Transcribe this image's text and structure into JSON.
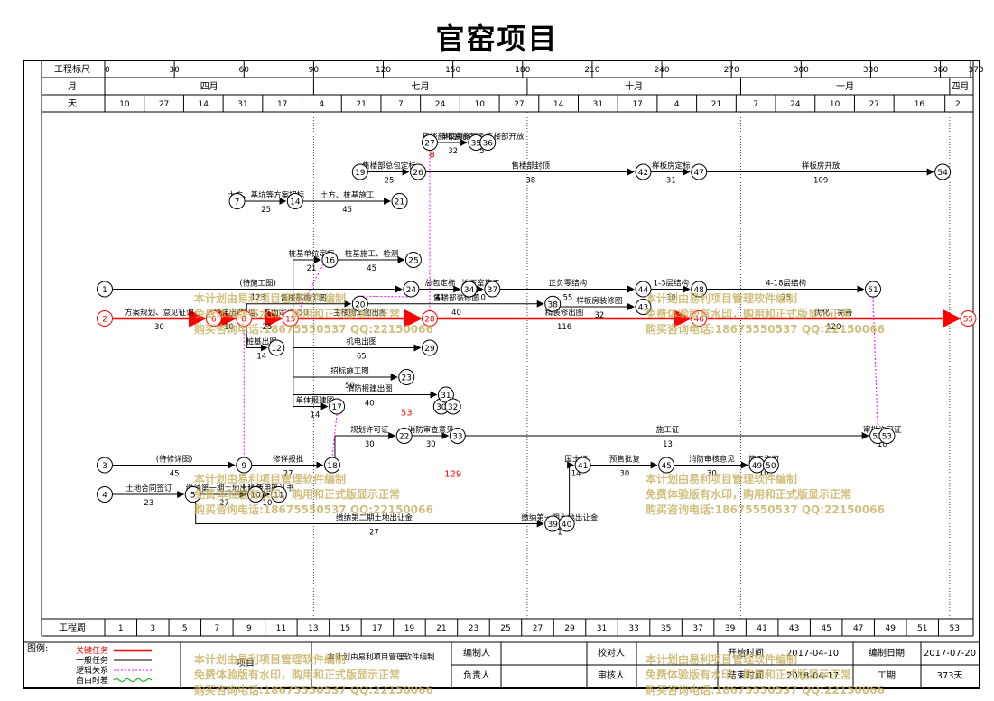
{
  "project": {
    "title": "官窑项目"
  },
  "header": {
    "scale_label": "工程标尺",
    "month_label": "月",
    "day_label": "天",
    "week_label": "工程周",
    "scale_ticks": [
      "0",
      "30",
      "60",
      "90",
      "120",
      "150",
      "180",
      "210",
      "240",
      "270",
      "300",
      "330",
      "360",
      "373"
    ],
    "months": [
      {
        "label": "四月",
        "at": 0
      },
      {
        "label": "七月",
        "at": 90
      },
      {
        "label": "十月",
        "at": 182
      },
      {
        "label": "一月",
        "at": 274
      },
      {
        "label": "四月",
        "at": 364
      }
    ],
    "days": [
      "10",
      "27",
      "14",
      "31",
      "17",
      "4",
      "21",
      "7",
      "24",
      "10",
      "27",
      "14",
      "31",
      "17",
      "4",
      "21",
      "7",
      "24",
      "10",
      "27",
      "16",
      "2"
    ],
    "day_pos": [
      0,
      17,
      34,
      51,
      68,
      85,
      102,
      119,
      136,
      153,
      170,
      187,
      204,
      221,
      238,
      255,
      272,
      289,
      306,
      323,
      340,
      362
    ],
    "weeks": [
      "1",
      "3",
      "5",
      "7",
      "9",
      "11",
      "13",
      "15",
      "17",
      "19",
      "21",
      "23",
      "25",
      "27",
      "29",
      "31",
      "33",
      "35",
      "37",
      "39",
      "41",
      "43",
      "45",
      "47",
      "49",
      "51",
      "53"
    ]
  },
  "chart_data": {
    "type": "network",
    "xlim": [
      0,
      373
    ],
    "unit": "天",
    "row_labels": [
      "1",
      "2",
      "3",
      "4"
    ],
    "nodes": [
      {
        "id": "1",
        "x": 0,
        "row": 5
      },
      {
        "id": "2",
        "x": 0,
        "row": 6
      },
      {
        "id": "3",
        "x": 0,
        "row": 11
      },
      {
        "id": "4",
        "x": 0,
        "row": 12
      },
      {
        "id": "5",
        "x": 38,
        "row": 12
      },
      {
        "id": "6",
        "x": 47,
        "row": 6
      },
      {
        "id": "7",
        "x": 57,
        "row": 2
      },
      {
        "id": "8",
        "x": 60,
        "row": 6
      },
      {
        "id": "9",
        "x": 60,
        "row": 11
      },
      {
        "id": "10",
        "x": 65,
        "row": 12
      },
      {
        "id": "11",
        "x": 75,
        "row": 12
      },
      {
        "id": "12",
        "x": 74,
        "row": 7
      },
      {
        "id": "14",
        "x": 82,
        "row": 2
      },
      {
        "id": "15",
        "x": 80,
        "row": 6
      },
      {
        "id": "16",
        "x": 97,
        "row": 4
      },
      {
        "id": "17",
        "x": 100,
        "row": 9
      },
      {
        "id": "18",
        "x": 98,
        "row": 11
      },
      {
        "id": "19",
        "x": 110,
        "row": 1
      },
      {
        "id": "20",
        "x": 110,
        "row": 5.5
      },
      {
        "id": "21",
        "x": 127,
        "row": 2
      },
      {
        "id": "22",
        "x": 129,
        "row": 10
      },
      {
        "id": "23",
        "x": 130,
        "row": 8
      },
      {
        "id": "24",
        "x": 132,
        "row": 5
      },
      {
        "id": "25",
        "x": 133,
        "row": 4
      },
      {
        "id": "26",
        "x": 135,
        "row": 1
      },
      {
        "id": "27",
        "x": 140,
        "row": 0
      },
      {
        "id": "28",
        "x": 140,
        "row": 6
      },
      {
        "id": "29",
        "x": 140,
        "row": 7
      },
      {
        "id": "30",
        "x": 145,
        "row": 9
      },
      {
        "id": "31",
        "x": 147,
        "row": 8.6
      },
      {
        "id": "32",
        "x": 150,
        "row": 9
      },
      {
        "id": "33",
        "x": 152,
        "row": 10
      },
      {
        "id": "34",
        "x": 157,
        "row": 5
      },
      {
        "id": "35",
        "x": 160,
        "row": 0
      },
      {
        "id": "36",
        "x": 165,
        "row": 0
      },
      {
        "id": "37",
        "x": 167,
        "row": 5
      },
      {
        "id": "38",
        "x": 193,
        "row": 5.5
      },
      {
        "id": "39",
        "x": 193,
        "row": 13
      },
      {
        "id": "40",
        "x": 199,
        "row": 13
      },
      {
        "id": "41",
        "x": 206,
        "row": 11
      },
      {
        "id": "42",
        "x": 232,
        "row": 1
      },
      {
        "id": "43",
        "x": 232,
        "row": 5.6
      },
      {
        "id": "44",
        "x": 232,
        "row": 5
      },
      {
        "id": "45",
        "x": 242,
        "row": 11
      },
      {
        "id": "46",
        "x": 256,
        "row": 6
      },
      {
        "id": "47",
        "x": 256,
        "row": 1
      },
      {
        "id": "48",
        "x": 256,
        "row": 5
      },
      {
        "id": "49",
        "x": 281,
        "row": 11
      },
      {
        "id": "50",
        "x": 287,
        "row": 11
      },
      {
        "id": "51",
        "x": 331,
        "row": 5
      },
      {
        "id": "52",
        "x": 333,
        "row": 10
      },
      {
        "id": "53",
        "x": 337,
        "row": 10
      },
      {
        "id": "54",
        "x": 361,
        "row": 1
      },
      {
        "id": "55",
        "x": 372,
        "row": 6
      }
    ],
    "arrows": [
      {
        "from": "2",
        "to": "6",
        "label": "方案规划、意见征询",
        "dur": "30",
        "kind": "critical"
      },
      {
        "from": "6",
        "to": "8",
        "label": "修详出图",
        "dur": "10",
        "kind": "critical"
      },
      {
        "from": "8",
        "to": "15",
        "label": "户型、立面定稿",
        "dur": "25",
        "kind": "critical"
      },
      {
        "from": "15",
        "to": "28",
        "label": "主楼施工图出图",
        "dur": "",
        "kind": "critical"
      },
      {
        "from": "28",
        "to": "46",
        "label": "精装修出图",
        "dur": "116",
        "kind": "critical"
      },
      {
        "from": "46",
        "to": "55",
        "label": "优化、完善",
        "dur": "120",
        "kind": "critical"
      },
      {
        "from": "1",
        "to": "24",
        "label": "(待施工图)",
        "dur": "123",
        "kind": "normal"
      },
      {
        "from": "24",
        "to": "34",
        "label": "总包定标",
        "dur": "41",
        "kind": "normal"
      },
      {
        "from": "34",
        "to": "37",
        "label": "地下室施工",
        "dur": "10",
        "kind": "normal"
      },
      {
        "from": "37",
        "to": "44",
        "label": "正负零结构",
        "dur": "55",
        "kind": "normal"
      },
      {
        "from": "44",
        "to": "48",
        "label": "1-3层结构",
        "dur": "30",
        "kind": "normal"
      },
      {
        "from": "48",
        "to": "51",
        "label": "4-18层结构",
        "dur": "75",
        "kind": "normal"
      },
      {
        "from": "7",
        "to": "14",
        "label": "土方、基坑等方案招标",
        "dur": "25",
        "kind": "normal"
      },
      {
        "from": "14",
        "to": "21",
        "label": "土方、桩基施工",
        "dur": "45",
        "kind": "normal"
      },
      {
        "from": "15",
        "to": "16",
        "label": "桩基单位定标",
        "dur": "21",
        "kind": "normal"
      },
      {
        "from": "16",
        "to": "25",
        "label": "桩基施工、检测",
        "dur": "45",
        "kind": "normal"
      },
      {
        "from": "19",
        "to": "26",
        "label": "售楼部总包定标",
        "dur": "25",
        "kind": "normal"
      },
      {
        "from": "26",
        "to": "42",
        "label": "售楼部封顶",
        "dur": "38",
        "kind": "normal"
      },
      {
        "from": "42",
        "to": "47",
        "label": "样板房定标",
        "dur": "31",
        "kind": "normal"
      },
      {
        "from": "47",
        "to": "54",
        "label": "样板房开放",
        "dur": "109",
        "kind": "normal"
      },
      {
        "from": "27",
        "to": "35",
        "label": "售楼部精装修定标",
        "dur": "32",
        "kind": "normal"
      },
      {
        "from": "35",
        "to": "36",
        "label": "样板房施工、售楼部开放",
        "dur": "5",
        "kind": "normal"
      },
      {
        "from": "8",
        "to": "20",
        "label": "售楼部施工图",
        "dur": "50",
        "kind": "normal"
      },
      {
        "from": "20",
        "to": "38",
        "label": "售楼部装修图",
        "dur": "40",
        "kind": "normal"
      },
      {
        "from": "38",
        "to": "43",
        "label": "样板房装修图",
        "dur": "32",
        "kind": "normal"
      },
      {
        "from": "8",
        "to": "12",
        "label": "桩基出图",
        "dur": "14",
        "kind": "normal"
      },
      {
        "from": "15",
        "to": "29",
        "label": "机电出图",
        "dur": "65",
        "kind": "normal"
      },
      {
        "from": "15",
        "to": "23",
        "label": "招标施工图",
        "dur": "50",
        "kind": "normal"
      },
      {
        "from": "15",
        "to": "31",
        "label": "消防报建出图",
        "dur": "40",
        "kind": "normal"
      },
      {
        "from": "15",
        "to": "17",
        "label": "单体报建图",
        "dur": "14",
        "kind": "normal"
      },
      {
        "from": "3",
        "to": "9",
        "label": "(待修详图)",
        "dur": "45",
        "kind": "normal"
      },
      {
        "from": "9",
        "to": "18",
        "label": "修详报批",
        "dur": "27",
        "kind": "normal"
      },
      {
        "from": "18",
        "to": "22",
        "label": "规划许可证",
        "dur": "30",
        "kind": "normal"
      },
      {
        "from": "22",
        "to": "33",
        "label": "消防审查意见",
        "dur": "30",
        "kind": "normal"
      },
      {
        "from": "33",
        "to": "52",
        "label": "施工证",
        "dur": "13",
        "kind": "normal"
      },
      {
        "from": "41",
        "to": "45",
        "label": "预售批复",
        "dur": "30",
        "kind": "normal"
      },
      {
        "from": "45",
        "to": "49",
        "label": "消防审核意见",
        "dur": "30",
        "kind": "normal"
      },
      {
        "from": "49",
        "to": "50",
        "label": "施工许可",
        "dur": "10",
        "kind": "normal"
      },
      {
        "from": "52",
        "to": "53",
        "label": "审批许可证",
        "dur": "10",
        "kind": "normal"
      },
      {
        "from": "4",
        "to": "5",
        "label": "土地合同签订",
        "dur": "23",
        "kind": "normal"
      },
      {
        "from": "5",
        "to": "10",
        "label": "缴纳第一期土地出让金",
        "dur": "27",
        "kind": "normal"
      },
      {
        "from": "10",
        "to": "11",
        "label": "土地使用确认书",
        "dur": "10",
        "kind": "normal"
      },
      {
        "from": "5",
        "to": "39",
        "label": "缴纳第二期土地出让金",
        "dur": "27",
        "kind": "normal"
      },
      {
        "from": "39",
        "to": "40",
        "label": "缴纳第一期土地出让金",
        "dur": "1",
        "kind": "normal"
      },
      {
        "from": "40",
        "to": "41",
        "label": "国土证",
        "dur": "14",
        "kind": "normal"
      }
    ],
    "float_marks": [
      {
        "label": "53",
        "x": 130,
        "row": 9.3
      },
      {
        "label": "129",
        "x": 150,
        "row": 11.4
      },
      {
        "label": "8",
        "x": 141,
        "row": 0.5
      }
    ]
  },
  "watermark": {
    "line1": "本计划由易利项目管理软件编制",
    "line2": "免费体验版有水印，购用和正式版显示正常",
    "line3": "购买咨询电话:18675550537 QQ:22150066"
  },
  "legend": {
    "title": "图例:",
    "items": [
      {
        "label": "关键任务",
        "color": "#ff0000"
      },
      {
        "label": "一般任务",
        "color": "#000000"
      },
      {
        "label": "逻辑关系",
        "color": "#ff00ff"
      },
      {
        "label": "自由时差",
        "color": "#00aa00"
      }
    ]
  },
  "footer": {
    "project_label": "项目",
    "software": "本计划由易利项目管理软件编制",
    "compiler_label": "编制人",
    "reviewer_label": "校对人",
    "owner_label": "负责人",
    "auditor_label": "审核人",
    "start_label": "开始时间",
    "start_value": "2017-04-10",
    "end_label": "结束时间",
    "end_value": "2018-04-17",
    "date_label": "编制日期",
    "date_value": "2017-07-20",
    "duration_label": "工期",
    "duration_value": "373天"
  },
  "colors": {
    "critical": "#ff0000",
    "normal": "#000000",
    "logic": "#ff00ff",
    "float": "#00aa00",
    "watermark": "#c8b060"
  }
}
